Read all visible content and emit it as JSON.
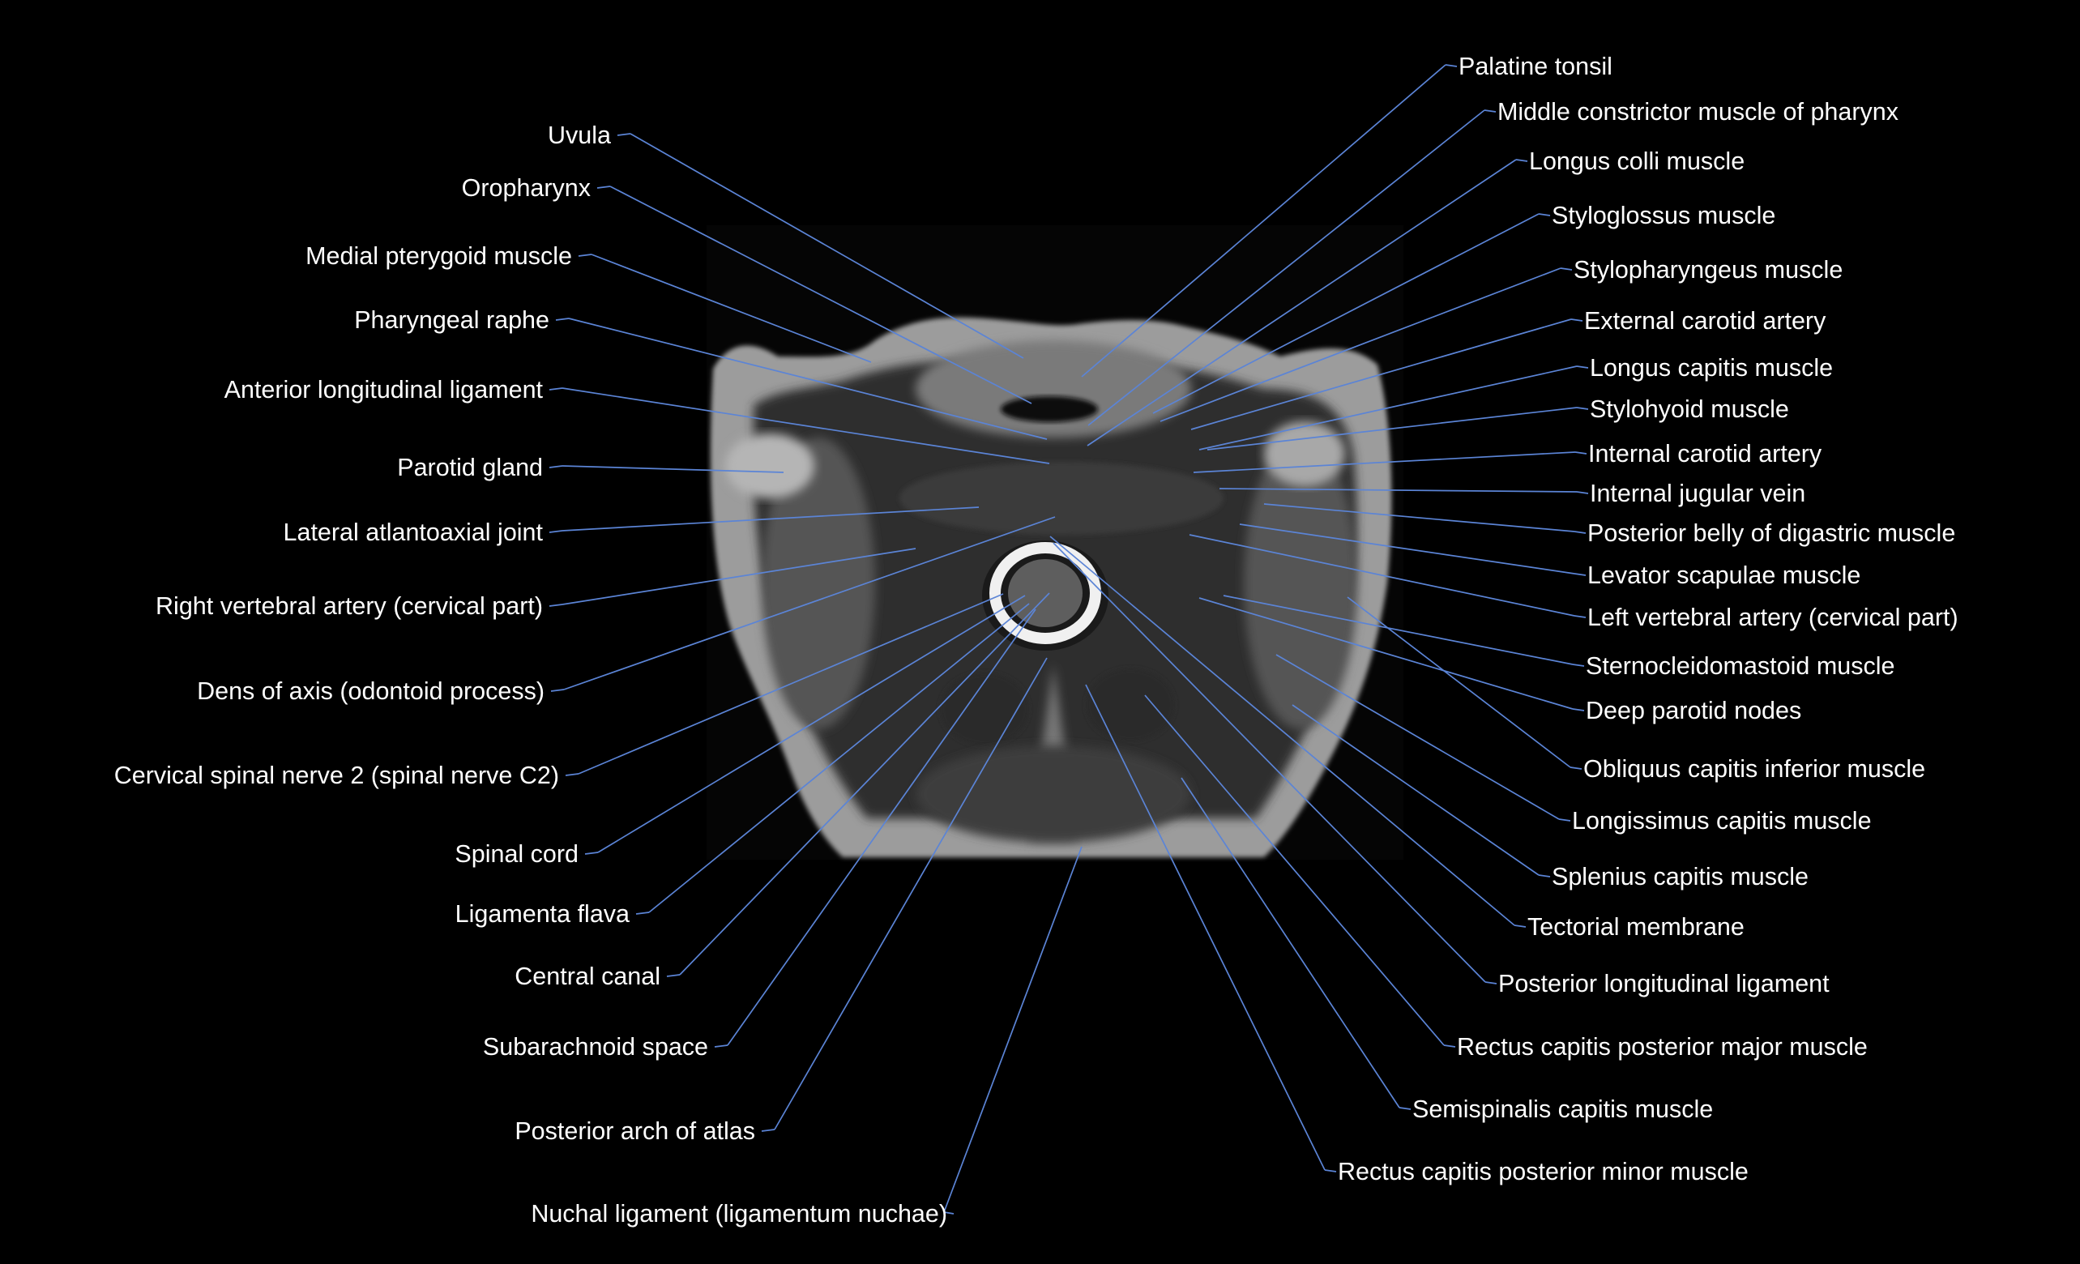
{
  "figure": {
    "description_visible": "",
    "colors": {
      "background": "#000000",
      "leader_line": "#5b84d6",
      "label_text": "#ffffff"
    }
  },
  "labels_left": [
    {
      "id": "uvula",
      "text": "Uvula"
    },
    {
      "id": "oropharynx",
      "text": "Oropharynx"
    },
    {
      "id": "medial-pterygoid",
      "text": "Medial pterygoid muscle"
    },
    {
      "id": "pharyngeal-raphe",
      "text": "Pharyngeal raphe"
    },
    {
      "id": "anterior-longitudinal-ligament",
      "text": "Anterior longitudinal ligament"
    },
    {
      "id": "parotid-gland",
      "text": "Parotid gland"
    },
    {
      "id": "lateral-atlantoaxial-joint",
      "text": "Lateral atlantoaxial joint"
    },
    {
      "id": "right-vertebral-artery",
      "text": "Right vertebral artery (cervical part)"
    },
    {
      "id": "dens-of-axis",
      "text": "Dens of axis (odontoid process)"
    },
    {
      "id": "cervical-spinal-nerve-2",
      "text": "Cervical spinal nerve 2 (spinal nerve C2)"
    },
    {
      "id": "spinal-cord",
      "text": "Spinal cord"
    },
    {
      "id": "ligamenta-flava",
      "text": "Ligamenta flava"
    },
    {
      "id": "central-canal",
      "text": "Central canal"
    },
    {
      "id": "subarachnoid-space",
      "text": "Subarachnoid space"
    },
    {
      "id": "posterior-arch-of-atlas",
      "text": "Posterior arch of atlas"
    },
    {
      "id": "nuchal-ligament",
      "text": "Nuchal ligament (ligamentum nuchae)"
    }
  ],
  "labels_right": [
    {
      "id": "palatine-tonsil",
      "text": "Palatine tonsil"
    },
    {
      "id": "middle-constrictor",
      "text": "Middle constrictor muscle of pharynx"
    },
    {
      "id": "longus-colli",
      "text": "Longus colli muscle"
    },
    {
      "id": "styloglossus",
      "text": "Styloglossus muscle"
    },
    {
      "id": "stylopharyngeus",
      "text": "Stylopharyngeus muscle"
    },
    {
      "id": "external-carotid",
      "text": "External carotid artery"
    },
    {
      "id": "longus-capitis",
      "text": "Longus capitis muscle"
    },
    {
      "id": "stylohyoid",
      "text": "Stylohyoid muscle"
    },
    {
      "id": "internal-carotid",
      "text": "Internal carotid artery"
    },
    {
      "id": "internal-jugular",
      "text": "Internal jugular vein"
    },
    {
      "id": "posterior-belly-digastric",
      "text": "Posterior belly of digastric muscle"
    },
    {
      "id": "levator-scapulae",
      "text": "Levator scapulae muscle"
    },
    {
      "id": "left-vertebral-artery",
      "text": "Left vertebral artery (cervical part)"
    },
    {
      "id": "sternocleidomastoid",
      "text": "Sternocleidomastoid muscle"
    },
    {
      "id": "deep-parotid-nodes",
      "text": "Deep parotid nodes"
    },
    {
      "id": "obliquus-capitis-inferior",
      "text": "Obliquus capitis inferior muscle"
    },
    {
      "id": "longissimus-capitis",
      "text": "Longissimus capitis muscle"
    },
    {
      "id": "splenius-capitis",
      "text": "Splenius capitis muscle"
    },
    {
      "id": "tectorial-membrane",
      "text": "Tectorial membrane"
    },
    {
      "id": "posterior-longitudinal-ligament",
      "text": "Posterior longitudinal ligament"
    },
    {
      "id": "rectus-capitis-posterior-major",
      "text": "Rectus capitis posterior major muscle"
    },
    {
      "id": "semispinalis-capitis",
      "text": "Semispinalis capitis muscle"
    },
    {
      "id": "rectus-capitis-posterior-minor",
      "text": "Rectus capitis posterior minor muscle"
    }
  ]
}
